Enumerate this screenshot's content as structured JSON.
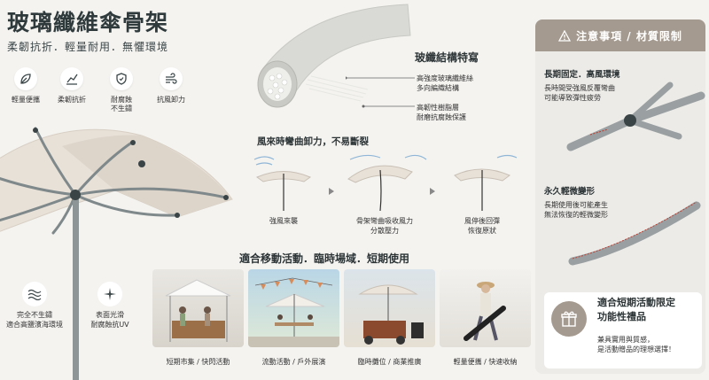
{
  "header": {
    "title": "玻璃纖維傘骨架",
    "subtitle": "柔韌抗折．輕量耐用．無懼環境"
  },
  "features": [
    {
      "icon": "leaf-icon",
      "label": "輕量便攜"
    },
    {
      "icon": "line-chart-icon",
      "label": "柔韌抗折"
    },
    {
      "icon": "shield-icon",
      "label": "耐腐蝕\n不生鏽"
    },
    {
      "icon": "wind-icon",
      "label": "抗風卸力"
    }
  ],
  "structure": {
    "title": "玻纖結構特寫",
    "callout1": [
      "高強度玻璃纖維絲",
      "多向編織結構"
    ],
    "callout2": [
      "高韌性樹脂層",
      "耐磨抗腐蝕保護"
    ]
  },
  "wind_section": {
    "title": "風來時彎曲卸力，不易斷裂",
    "steps": [
      {
        "label": [
          "強風來襲"
        ]
      },
      {
        "label": [
          "骨架彎曲吸收風力",
          "分散壓力"
        ]
      },
      {
        "label": [
          "風停後回彈",
          "恢復原狀"
        ]
      }
    ]
  },
  "bottom_features": [
    {
      "icon": "waves-icon",
      "label": [
        "完全不生鏽",
        "適合高鹽濱海環境"
      ]
    },
    {
      "icon": "sparkle-icon",
      "label": [
        "表面光滑",
        "耐腐蝕抗UV"
      ]
    }
  ],
  "usage": {
    "title": "適合移動活動．臨時場域．短期使用",
    "items": [
      {
        "caption": "短期市集 / 快閃活動"
      },
      {
        "caption": "流動活動 / 戶外展演"
      },
      {
        "caption": "臨時攤位 / 商業推廣"
      },
      {
        "caption": "輕量便攜 / 快速收納"
      }
    ]
  },
  "notice": {
    "header": "注意事項 / 材質限制",
    "items": [
      {
        "title": "長期固定．高風環境",
        "lines": [
          "長時間受強風反覆彎曲",
          "可能導致彈性疲勞"
        ]
      },
      {
        "title": "永久輕微變形",
        "lines": [
          "長期使用後可能產生",
          "無法恢復的輕微變形"
        ]
      }
    ],
    "gift": {
      "title": [
        "適合短期活動限定",
        "功能性禮品"
      ],
      "lines": [
        "兼具實用與質感，",
        "是活動贈品的理想選擇！"
      ]
    }
  },
  "colors": {
    "accent": "#a59a8f",
    "dark": "#2f3a3c",
    "canopy": "#e8e1d8",
    "pole": "#8d9596"
  }
}
